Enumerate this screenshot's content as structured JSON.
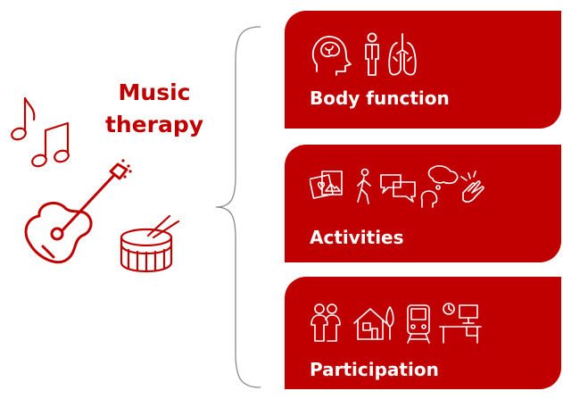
{
  "title": {
    "line1": "Music",
    "line2": "therapy"
  },
  "cards": [
    {
      "label": "Body function",
      "icons": [
        "brain-head-icon",
        "human-figure-icon",
        "lungs-icon"
      ]
    },
    {
      "label": "Activities",
      "icons": [
        "photos-icon",
        "walking-person-icon",
        "chat-bubbles-icon",
        "thinking-head-icon",
        "hands-gesture-icon"
      ]
    },
    {
      "label": "Participation",
      "icons": [
        "couple-icon",
        "house-icon",
        "train-icon",
        "desk-workstation-icon"
      ]
    }
  ],
  "colors": {
    "accent": "#c00000",
    "line": "#8a8a8a"
  }
}
